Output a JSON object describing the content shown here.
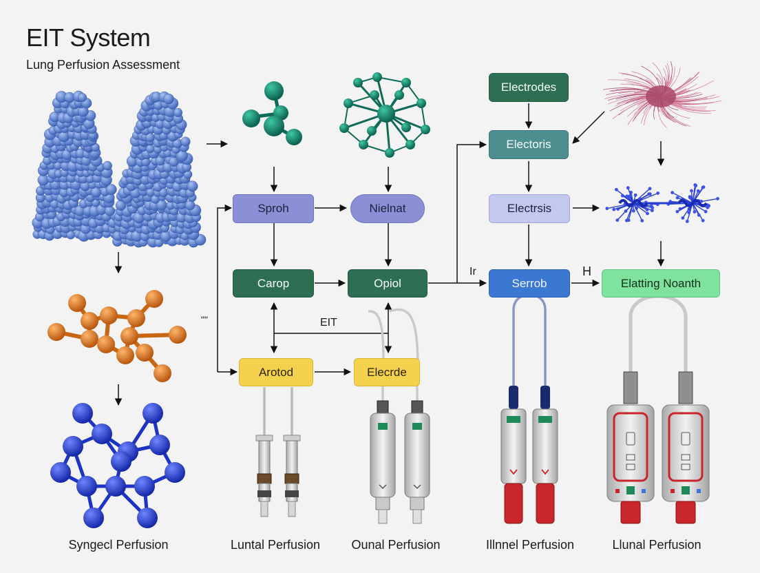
{
  "header": {
    "title": "EIT System",
    "subtitle": "Lung Perfusion Assessment"
  },
  "nodes": {
    "sproh": "Sproh",
    "nielnat": "Nielnat",
    "carop": "Carop",
    "opiol": "Opiol",
    "arotod": "Arotod",
    "elecrde": "Elecrde",
    "electrodes": "Electrodes",
    "electoris": "Electoris",
    "electrsis": "Electrsis",
    "serrob": "Serrob",
    "elatting_noanth": "Elatting Noanth"
  },
  "edge_labels": {
    "eit": "EIT",
    "quote_mark": "\"\"",
    "ir_mark": "Ir",
    "h_mark": "H"
  },
  "captions": {
    "syngecl": "Syngecl Perfusion",
    "luntal": "Luntal Perfusion",
    "ounal": "Ounal Perfusion",
    "illnnel": "Illnnel Perfusion",
    "llunal": "Llunal Perfusion"
  },
  "colors": {
    "lung": "#5b83d4",
    "teal_molecule": "#12806a",
    "orange_molecule": "#e07a1f",
    "blue_molecule": "#1f3fcf",
    "pink_fibers": "#cf6f8f",
    "protein": "#2a3fd0",
    "probe_gray": "#d6d6d6",
    "probe_red": "#c8262a"
  }
}
